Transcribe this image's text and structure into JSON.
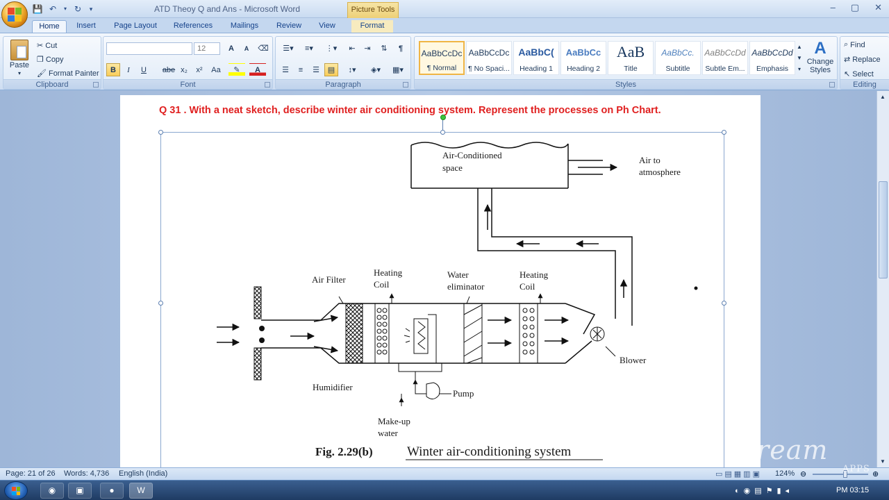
{
  "window": {
    "title": "ATD Theoy Q and Ans - Microsoft Word",
    "context_tab": "Picture Tools",
    "controls": [
      "–",
      "▢",
      "✕"
    ]
  },
  "tabs": [
    "Home",
    "Insert",
    "Page Layout",
    "References",
    "Mailings",
    "Review",
    "View",
    "Format"
  ],
  "ribbon": {
    "clipboard": {
      "label": "Clipboard",
      "paste": "Paste",
      "cut": "Cut",
      "copy": "Copy",
      "format_painter": "Format Painter"
    },
    "font": {
      "label": "Font",
      "font_name": "",
      "font_size": "12",
      "bold": "B",
      "italic": "I",
      "underline": "U",
      "strike": "abe",
      "sub": "x₂",
      "sup": "x²",
      "case": "Aa",
      "grow": "A",
      "shrink": "A"
    },
    "paragraph": {
      "label": "Paragraph",
      "pilcrow": "¶"
    },
    "styles": {
      "label": "Styles",
      "items": [
        {
          "sample": "AaBbCcDc",
          "name": "¶ Normal"
        },
        {
          "sample": "AaBbCcDc",
          "name": "¶ No Spaci..."
        },
        {
          "sample": "AaBbC(",
          "name": "Heading 1"
        },
        {
          "sample": "AaBbCc",
          "name": "Heading 2"
        },
        {
          "sample": "AaB",
          "name": "Title"
        },
        {
          "sample": "AaBbCc.",
          "name": "Subtitle"
        },
        {
          "sample": "AaBbCcDd",
          "name": "Subtle Em..."
        },
        {
          "sample": "AaBbCcDd",
          "name": "Emphasis"
        }
      ],
      "change_styles": "Change Styles"
    },
    "editing": {
      "label": "Editing",
      "find": "Find",
      "replace": "Replace",
      "select": "Select"
    }
  },
  "document": {
    "question": "Q 31 . With a neat sketch, describe winter air conditioning system. Represent the processes on Ph Chart.",
    "diagram": {
      "labels": {
        "space": [
          "Air-Conditioned",
          "space"
        ],
        "air_to": [
          "Air to",
          "atmosphere"
        ],
        "air_filter": "Air Filter",
        "heating_coil_1": [
          "Heating",
          "Coil"
        ],
        "water_eliminator": [
          "Water",
          "eliminator"
        ],
        "heating_coil_2": [
          "Heating",
          "Coil"
        ],
        "blower": "Blower",
        "humidifier": "Humidifier",
        "pump": "Pump",
        "makeup": [
          "Make-up",
          "water"
        ],
        "fig_no": "Fig. 2.29(b)",
        "fig_title": "Winter air-conditioning system"
      }
    }
  },
  "statusbar": {
    "page": "Page: 21 of 26",
    "words": "Words: 4,736",
    "language": "English (India)",
    "zoom": "124%"
  },
  "watermark": "Icecream",
  "watermark_sub": "APPS",
  "taskbar": {
    "clock": "PM 03:15"
  }
}
